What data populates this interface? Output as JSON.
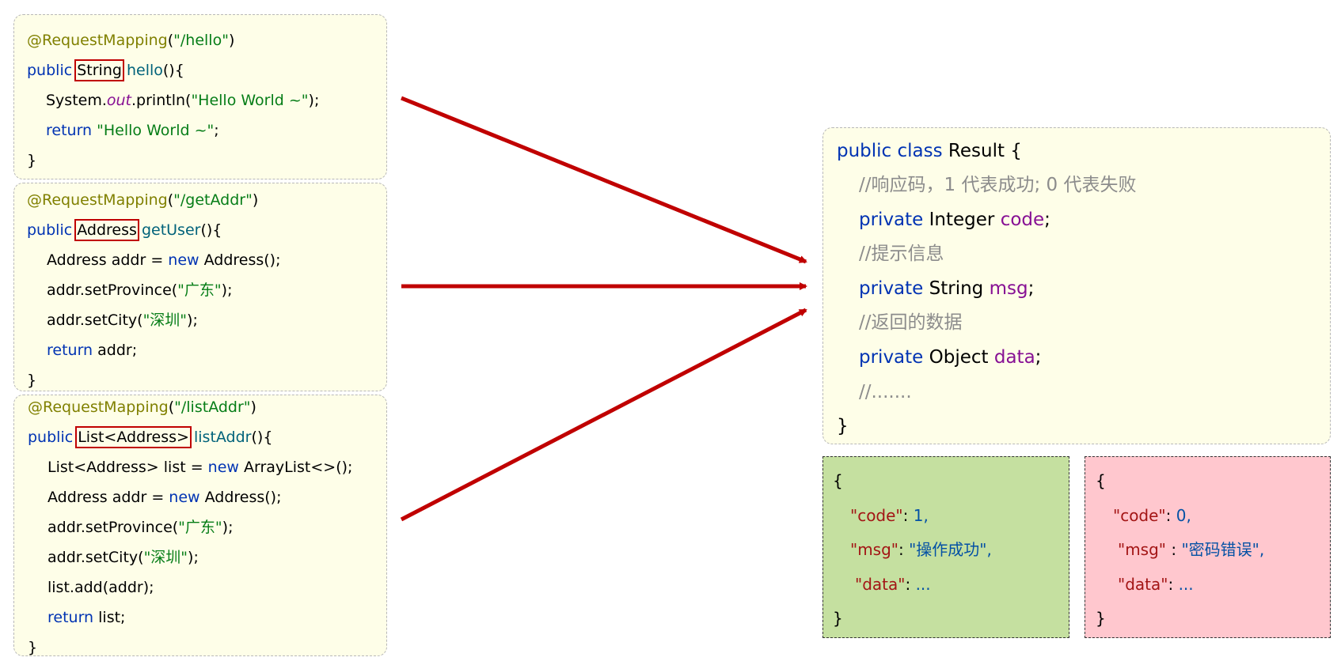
{
  "hello_block": {
    "ann": "@RequestMapping",
    "path": "\"/hello\"",
    "public": "public",
    "type": "String",
    "method": "hello",
    "sig_end": "(){",
    "l3_a": "System.",
    "l3_out": "out",
    "l3_b": ".println(",
    "l3_str": "\"Hello World ~\"",
    "l3_c": ");",
    "return_kw": "return",
    "return_str": "\"Hello World ~\"",
    "return_end": ";",
    "close": "}"
  },
  "getaddr_block": {
    "ann": "@RequestMapping",
    "path": "\"/getAddr\"",
    "public": "public",
    "type": "Address",
    "method": "getUser",
    "sig_end": "(){",
    "l3_a": "Address addr = ",
    "l3_new": "new",
    "l3_b": " Address();",
    "l4_a": "addr.setProvince(",
    "l4_str": "\"广东\"",
    "l4_b": ");",
    "l5_a": "addr.setCity(",
    "l5_str": "\"深圳\"",
    "l5_b": ");",
    "return_kw": "return",
    "return_val": " addr;",
    "close": "}"
  },
  "listaddr_block": {
    "ann": "@RequestMapping",
    "path": "\"/listAddr\"",
    "public": "public",
    "type": "List<Address>",
    "method": "listAddr",
    "sig_end": "(){",
    "l3_a": "List<Address> list = ",
    "l3_new": "new",
    "l3_b": " ArrayList<>();",
    "l4_a": "Address addr = ",
    "l4_new": "new",
    "l4_b": " Address();",
    "l5_a": "addr.setProvince(",
    "l5_str": "\"广东\"",
    "l5_b": ");",
    "l6_a": "addr.setCity(",
    "l6_str": "\"深圳\"",
    "l6_b": ");",
    "l7": "list.add(addr);",
    "return_kw": "return",
    "return_val": " list;",
    "close": "}"
  },
  "result_class": {
    "kw": "public class",
    "name": " Result {",
    "c1": "//响应码，1 代表成功; 0 代表失败",
    "f1_kw": "private",
    "f1_type": " Integer ",
    "f1_name": "code",
    "f1_end": ";",
    "c2": "//提示信息",
    "f2_kw": "private",
    "f2_type": " String ",
    "f2_name": "msg",
    "f2_end": ";",
    "c3": "//返回的数据",
    "f3_kw": "private",
    "f3_type": " Object ",
    "f3_name": "data",
    "f3_end": ";",
    "c4": "//.......",
    "close": "}"
  },
  "success_json": {
    "open": "{",
    "k1": "\"code\"",
    "v1": "1,",
    "k2": "\"msg\"",
    "v2": "\"操作成功\",",
    "k3": "\"data\"",
    "v3": "...",
    "sep": ": ",
    "close": "}"
  },
  "error_json": {
    "open": "{",
    "k1": "\"code\"",
    "v1": "0,",
    "k2": "\"msg\"",
    "v2": "\"密码错误\",",
    "k3": "\"data\"",
    "v3": "...",
    "sep": ": ",
    "sep2": " : ",
    "close": "}"
  },
  "colors": {
    "arrow": "#c00000",
    "code_bg": "#fefee8",
    "success_bg": "#c5e0a0",
    "error_bg": "#ffc7ce"
  }
}
